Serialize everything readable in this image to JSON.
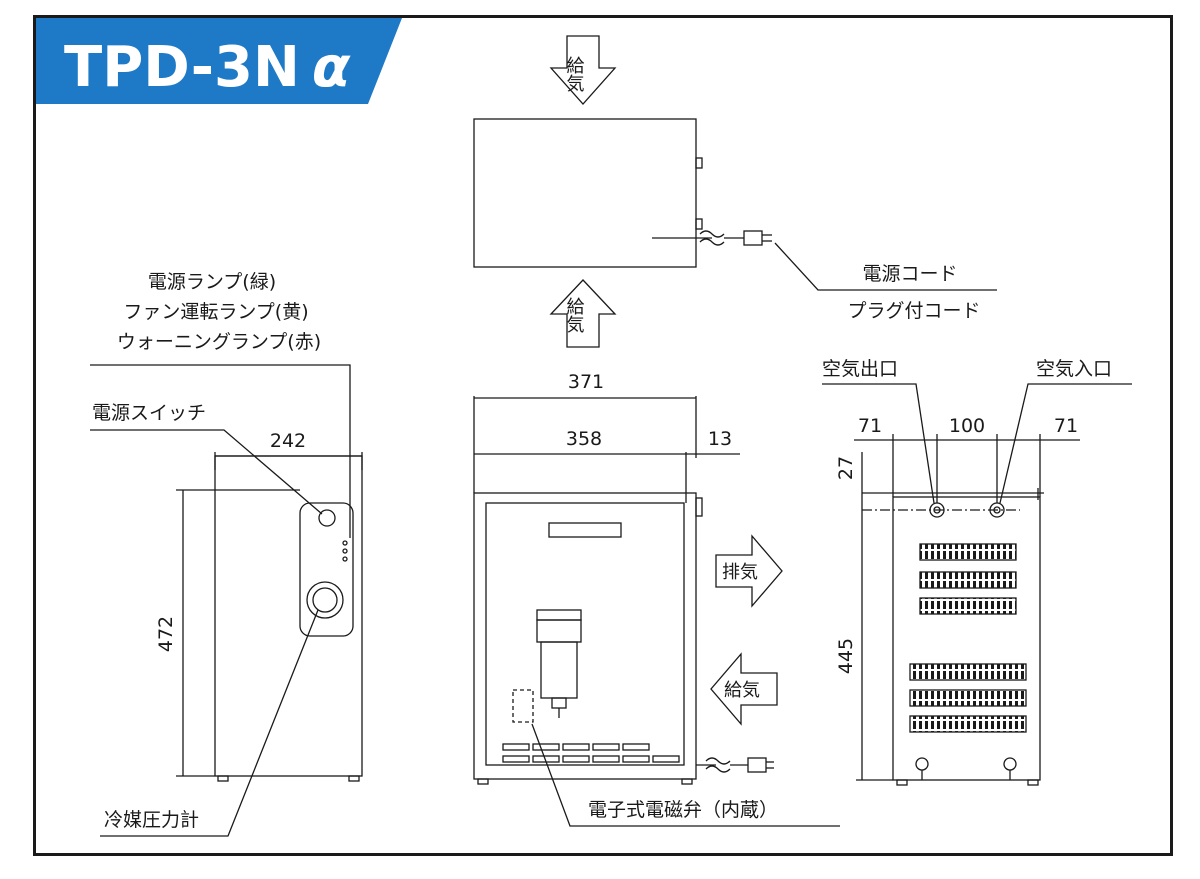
{
  "title": "TPD-3N",
  "title_suffix": "α",
  "colors": {
    "banner": "#1e7ac6",
    "line": "#1a1a1a",
    "paper": "#ffffff"
  },
  "arrows": {
    "top_supply": "給気",
    "mid_supply": "給気",
    "exhaust": "排気",
    "side_supply": "給気"
  },
  "labels": {
    "power_cord": "電源コード",
    "plug_cord": "プラグ付コード",
    "power_lamp": "電源ランプ(緑)",
    "fan_lamp": "ファン運転ランプ(黄)",
    "warning_lamp": "ウォーニングランプ(赤)",
    "power_switch": "電源スイッチ",
    "refrigerant_gauge": "冷媒圧力計",
    "solenoid_valve": "電子式電磁弁（内蔵）",
    "air_outlet": "空気出口",
    "air_inlet": "空気入口"
  },
  "dimensions": {
    "left_width": "242",
    "left_height": "472",
    "front_outer_width": "371",
    "front_inner_width": "358",
    "front_side": "13",
    "right_left_margin": "71",
    "right_port_spacing": "100",
    "right_right_margin": "71",
    "right_top_offset": "27",
    "right_height": "445"
  }
}
